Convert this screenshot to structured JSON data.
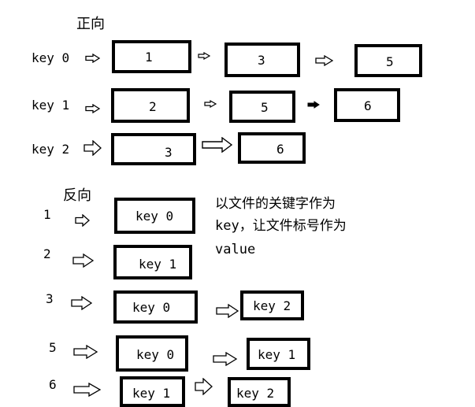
{
  "forward": {
    "title": "正向",
    "rows": [
      {
        "key": "key 0",
        "items": [
          "1",
          "3",
          "5"
        ]
      },
      {
        "key": "key 1",
        "items": [
          "2",
          "5",
          "6"
        ]
      },
      {
        "key": "key 2",
        "items": [
          "3",
          "6"
        ]
      }
    ]
  },
  "reverse": {
    "title": "反向",
    "rows": [
      {
        "doc": "1",
        "items": [
          "key 0"
        ]
      },
      {
        "doc": "2",
        "items": [
          "key 1"
        ]
      },
      {
        "doc": "3",
        "items": [
          "key 0",
          "key 2"
        ]
      },
      {
        "doc": "5",
        "items": [
          "key 0",
          "key 1"
        ]
      },
      {
        "doc": "6",
        "items": [
          "key 1",
          "key 2"
        ]
      }
    ],
    "note": {
      "line1": "以文件的关键字作为",
      "line2": "key，让文件标号作为",
      "line3": "value"
    }
  }
}
